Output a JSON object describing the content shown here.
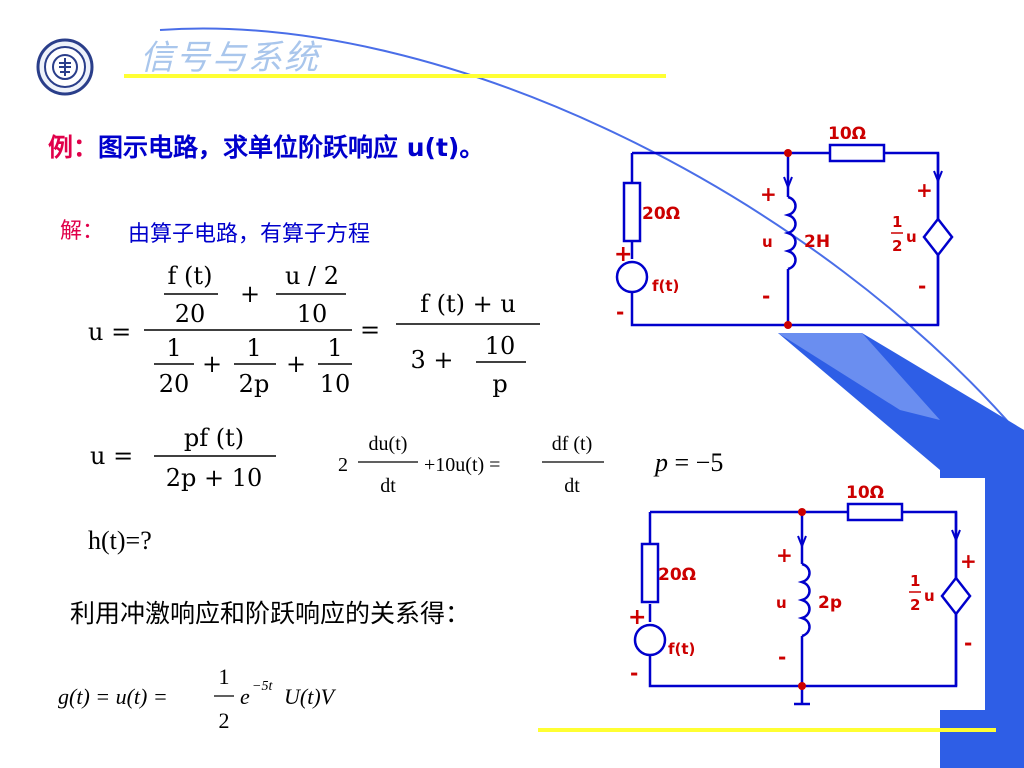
{
  "header": {
    "title": "信号与系统"
  },
  "problem": {
    "label": "例：",
    "text": "图示电路，求单位阶跃响应 u(t)。"
  },
  "solution": {
    "label": "解：",
    "intro": "由算子电路，有算子方程"
  },
  "eq1": {
    "lhs": "u =",
    "n1_num": "f (t)",
    "n1_den": "20",
    "n_plus": "+",
    "n2_num": "u / 2",
    "n2_den": "10",
    "d1_num": "1",
    "d1_den": "20",
    "d_plus1": "+",
    "d2_num": "1",
    "d2_den": "2p",
    "d_plus2": "+",
    "d3_num": "1",
    "d3_den": "10",
    "eq": "=",
    "r_num": "f (t) + u",
    "r_den_a": "3 +",
    "r_den_num": "10",
    "r_den_den": "p"
  },
  "eq2": {
    "lhs": "u =",
    "num": "pf (t)",
    "den": "2p + 10"
  },
  "eq3": {
    "coef": "2",
    "frac1_num": "du(t)",
    "frac1_den": "dt",
    "mid": "+10u(t) =",
    "frac2_num": "df (t)",
    "frac2_den": "dt"
  },
  "pvalue": {
    "var": "p",
    "rest": " = −5"
  },
  "question": "h(t)=?",
  "relation": "利用冲激响应和阶跃响应的关系得：",
  "result": {
    "lhs": "g(t) = u(t) =",
    "num": "1",
    "den": "2",
    "exp_base": "e",
    "exp": "−5t",
    "tail": "U(t)V"
  },
  "circuit1": {
    "r_top": "10Ω",
    "r_left": "20Ω",
    "inductor": "2H",
    "source": "f(t)",
    "u_label": "u",
    "dep_num": "1",
    "dep_den": "2",
    "dep_var": "u",
    "plus": "+",
    "minus": "-"
  },
  "circuit2": {
    "r_top": "10Ω",
    "r_left": "20Ω",
    "inductor": "2p",
    "source": "f(t)",
    "u_label": "u",
    "dep_num": "1",
    "dep_den": "2",
    "dep_var": "u",
    "plus": "+",
    "minus": "-"
  },
  "colors": {
    "accent_blue": "#0000cc",
    "accent_red": "#e0004a",
    "yellow_line": "#ffff33",
    "deco_blue": "#2e5ee6",
    "circuit_wire": "#0000cc",
    "circuit_label": "#cc0000"
  }
}
